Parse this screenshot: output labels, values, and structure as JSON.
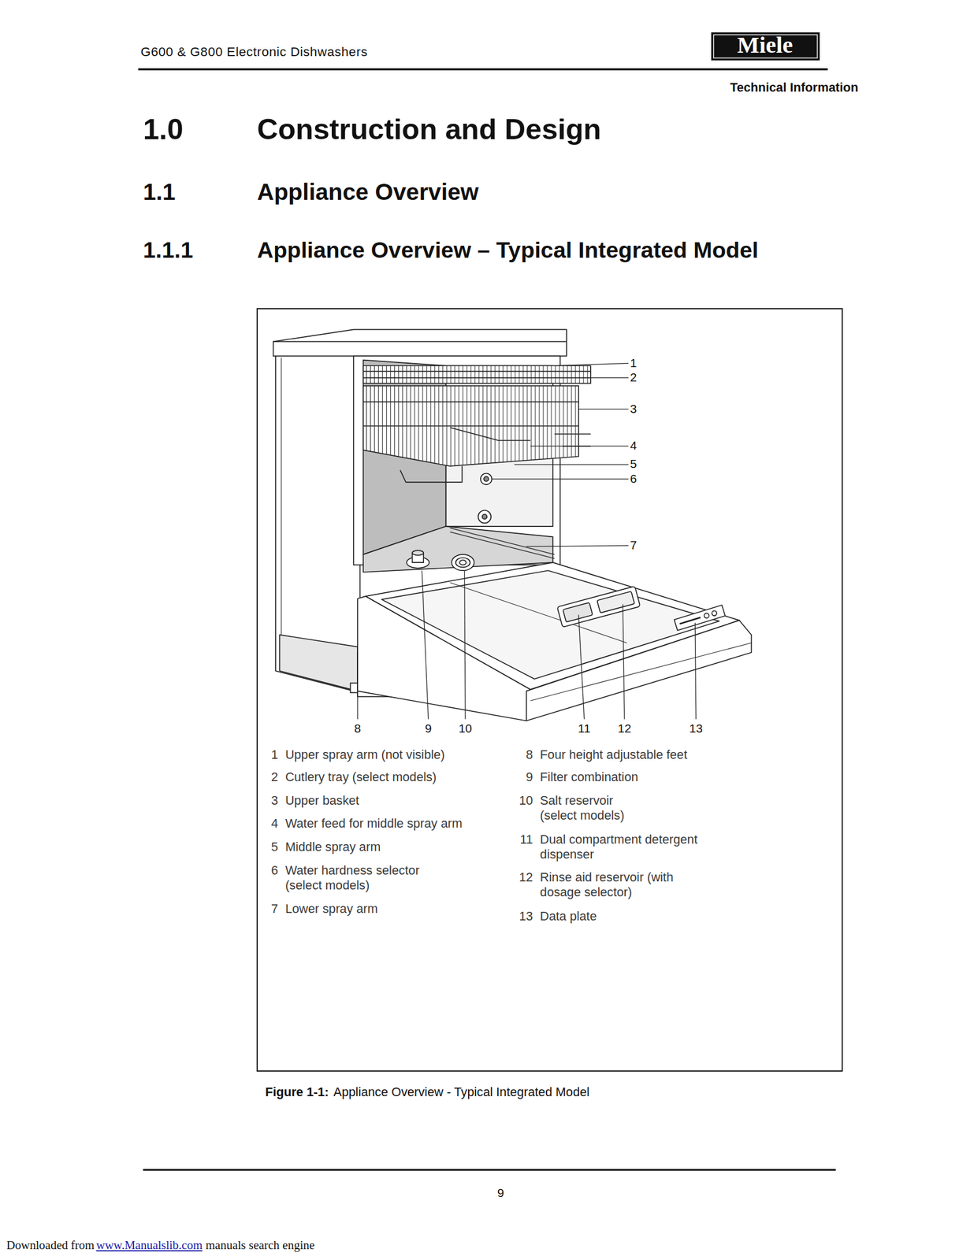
{
  "diagram": {
    "title": "Construction and Design",
    "caption": "Appliance Overview - Typical Integrated Model",
    "labels": [
      "G600 & G800 Electronic Dishwashers",
      "Miele",
      "Technical Information",
      "1.0",
      "1.1",
      "Appliance Overview",
      "1.1.1",
      "Appliance Overview – Typical Integrated Model",
      "1",
      "2",
      "3",
      "4",
      "5",
      "6",
      "7",
      "8",
      "9",
      "10",
      "11",
      "12",
      "13",
      "1",
      "Upper spray arm (not visible)",
      "2",
      "Cutlery tray (select models)",
      "3",
      "Upper basket",
      "4",
      "Water feed for middle spray arm",
      "5",
      "Middle spray arm",
      "6",
      "Water hardness selector (select models)",
      "7",
      "Lower spray arm",
      "8",
      "Four height adjustable feet",
      "9",
      "Filter combination",
      "10",
      "Salt reservoir (select models)",
      "11",
      "Dual compartment detergent dispenser",
      "12",
      "Rinse aid reservoir (with dosage selector)",
      "13",
      "Data plate",
      "Figure 1-1:",
      "9",
      "Downloaded from",
      "www.Manualslib.com",
      "manuals search engine"
    ]
  }
}
